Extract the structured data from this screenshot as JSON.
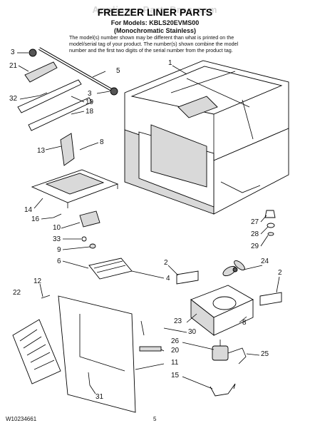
{
  "watermark": "AppliancePartsPros.com",
  "title": "FREEZER LINER PARTS",
  "models": {
    "line1": "For Models: KBLS20EVMS00",
    "line2": "(Monochromatic Stainless)"
  },
  "note": {
    "line1": "The model(s) number shown may be different than what is printed on the",
    "line2": "model/serial tag of your product.  The number(s) shown combine the model",
    "line3": "number and the first two digits of the serial number from the product tag."
  },
  "callouts": {
    "c1": "1",
    "c3a": "3",
    "c21": "21",
    "c5": "5",
    "c32": "32",
    "c3b": "3",
    "c19": "19",
    "c18": "18",
    "c8a": "8",
    "c13": "13",
    "c14": "14",
    "c16": "16",
    "c10": "10",
    "c33": "33",
    "c9": "9",
    "c6": "6",
    "c27": "27",
    "c28": "28",
    "c29": "29",
    "c2a": "2",
    "c24": "24",
    "c2b": "2",
    "c4": "4",
    "c12": "12",
    "c22": "22",
    "c23": "23",
    "c30": "30",
    "c8b": "8",
    "c26": "26",
    "c25": "25",
    "c20": "20",
    "c11": "11",
    "c15": "15",
    "c31": "31"
  },
  "footer": {
    "doc_number": "W10234661",
    "page": "5"
  }
}
